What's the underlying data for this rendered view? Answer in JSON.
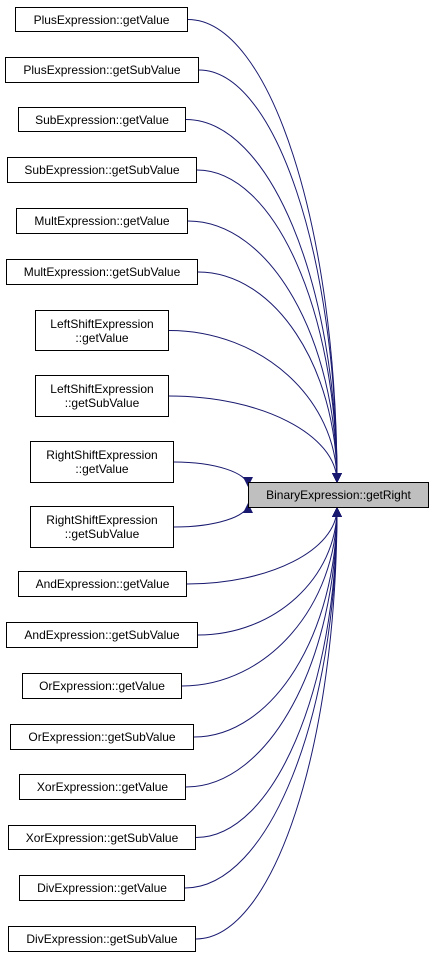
{
  "colors": {
    "edge": "#191970",
    "border": "#000000",
    "target_fill": "#bfbfbf",
    "node_fill": "#ffffff"
  },
  "target": {
    "label": "BinaryExpression::getRight"
  },
  "callers": [
    {
      "lines": [
        "PlusExpression::getValue"
      ]
    },
    {
      "lines": [
        "PlusExpression::getSubValue"
      ]
    },
    {
      "lines": [
        "SubExpression::getValue"
      ]
    },
    {
      "lines": [
        "SubExpression::getSubValue"
      ]
    },
    {
      "lines": [
        "MultExpression::getValue"
      ]
    },
    {
      "lines": [
        "MultExpression::getSubValue"
      ]
    },
    {
      "lines": [
        "LeftShiftExpression",
        "::getValue"
      ]
    },
    {
      "lines": [
        "LeftShiftExpression",
        "::getSubValue"
      ]
    },
    {
      "lines": [
        "RightShiftExpression",
        "::getValue"
      ]
    },
    {
      "lines": [
        "RightShiftExpression",
        "::getSubValue"
      ]
    },
    {
      "lines": [
        "AndExpression::getValue"
      ]
    },
    {
      "lines": [
        "AndExpression::getSubValue"
      ]
    },
    {
      "lines": [
        "OrExpression::getValue"
      ]
    },
    {
      "lines": [
        "OrExpression::getSubValue"
      ]
    },
    {
      "lines": [
        "XorExpression::getValue"
      ]
    },
    {
      "lines": [
        "XorExpression::getSubValue"
      ]
    },
    {
      "lines": [
        "DivExpression::getValue"
      ]
    },
    {
      "lines": [
        "DivExpression::getSubValue"
      ]
    }
  ]
}
